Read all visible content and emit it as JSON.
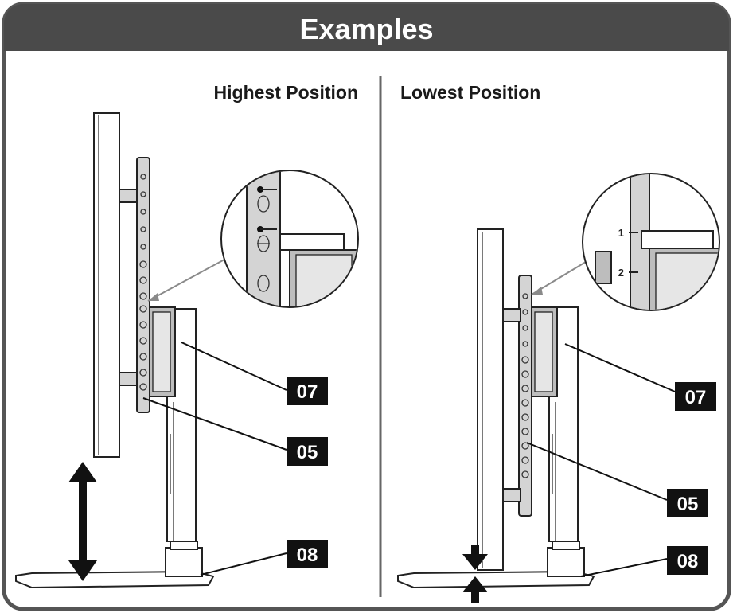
{
  "header": {
    "title": "Examples"
  },
  "left": {
    "heading": "Highest Position",
    "callouts": [
      "07",
      "05",
      "08"
    ]
  },
  "right": {
    "heading": "Lowest Position",
    "callouts": [
      "07",
      "05",
      "08"
    ],
    "inset_marks": [
      "1",
      "2"
    ]
  },
  "colors": {
    "header_bg": "#4a4a4a",
    "label_bg": "#111111",
    "frame": "#555555",
    "divider": "#666666"
  }
}
